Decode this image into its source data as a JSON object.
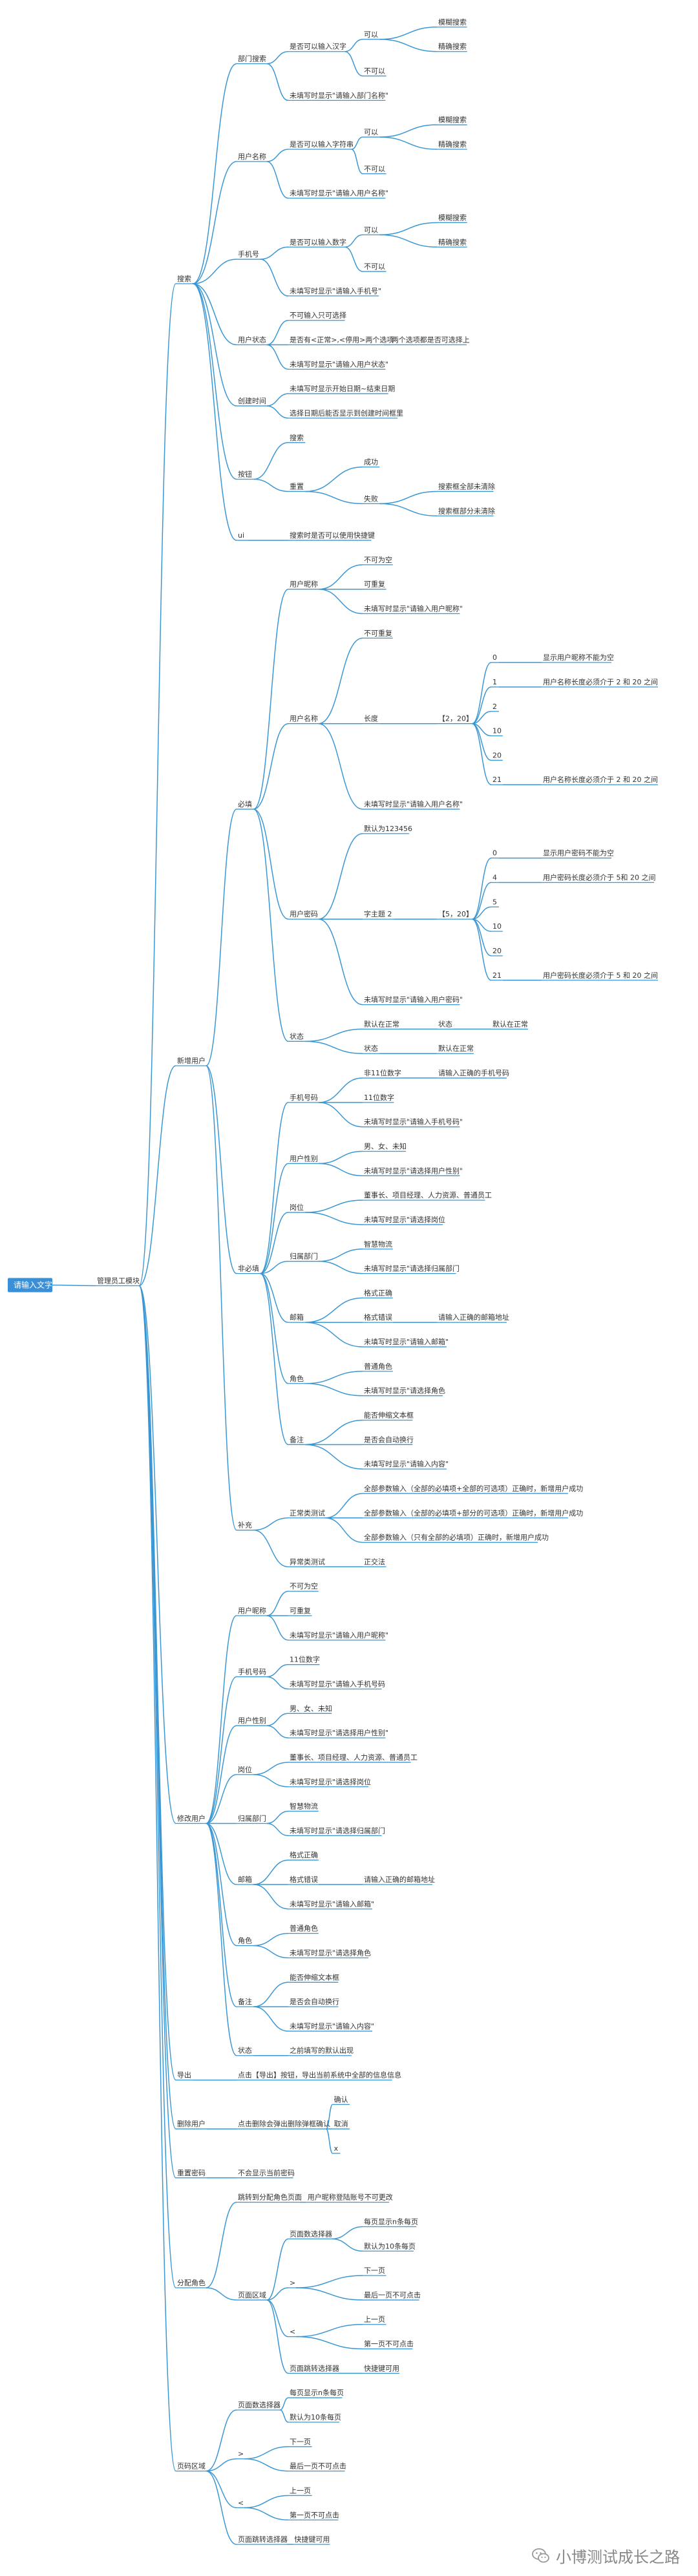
{
  "mindmap": {
    "text": "请输入文字",
    "children": [
      {
        "text": "管理员工模块",
        "children": [
          {
            "text": "搜索",
            "children": [
              {
                "text": "部门搜索",
                "children": [
                  {
                    "text": "是否可以输入汉字",
                    "children": [
                      {
                        "text": "可以",
                        "children": [
                          {
                            "text": "模糊搜索"
                          },
                          {
                            "text": "精确搜索"
                          }
                        ]
                      },
                      {
                        "text": "不可以"
                      }
                    ]
                  },
                  {
                    "text": "未填写时显示\"请输入部门名称\""
                  }
                ]
              },
              {
                "text": "用户名称",
                "children": [
                  {
                    "text": "是否可以输入字符串",
                    "children": [
                      {
                        "text": "可以",
                        "children": [
                          {
                            "text": "模糊搜索"
                          },
                          {
                            "text": "精确搜索"
                          }
                        ]
                      },
                      {
                        "text": "不可以"
                      }
                    ]
                  },
                  {
                    "text": "未填写时显示\"请输入用户名称\""
                  }
                ]
              },
              {
                "text": "手机号",
                "children": [
                  {
                    "text": "是否可以输入数字",
                    "children": [
                      {
                        "text": "可以",
                        "children": [
                          {
                            "text": "模糊搜索"
                          },
                          {
                            "text": "精确搜索"
                          }
                        ]
                      },
                      {
                        "text": "不可以"
                      }
                    ]
                  },
                  {
                    "text": "未填写时显示\"请输入手机号\""
                  }
                ]
              },
              {
                "text": "用户状态",
                "children": [
                  {
                    "text": "不可输入只可选择"
                  },
                  {
                    "text": "是否有<正常>,<停用>两个选项",
                    "children": [
                      {
                        "text": "两个选项都是否可选择上"
                      }
                    ]
                  },
                  {
                    "text": "未填写时显示\"请输入用户状态\""
                  }
                ]
              },
              {
                "text": "创建时间",
                "children": [
                  {
                    "text": "未填写时显示开始日期~结束日期"
                  },
                  {
                    "text": "选择日期后能否显示到创建时间框里"
                  }
                ]
              },
              {
                "text": "按钮",
                "children": [
                  {
                    "text": "搜索"
                  },
                  {
                    "text": "重置",
                    "children": [
                      {
                        "text": "成功"
                      },
                      {
                        "text": "失败",
                        "children": [
                          {
                            "text": "搜索框全部未清除"
                          },
                          {
                            "text": "搜索框部分未清除"
                          }
                        ]
                      }
                    ]
                  }
                ]
              },
              {
                "text": "ui",
                "children": [
                  {
                    "text": "搜索时是否可以使用快捷键"
                  }
                ]
              }
            ]
          },
          {
            "text": "新增用户",
            "children": [
              {
                "text": "必填",
                "children": [
                  {
                    "text": "用户昵称",
                    "children": [
                      {
                        "text": "不可为空"
                      },
                      {
                        "text": "可重复"
                      },
                      {
                        "text": "未填写时显示\"请输入用户昵称\""
                      }
                    ]
                  },
                  {
                    "text": "用户名称",
                    "children": [
                      {
                        "text": "不可重复"
                      },
                      {
                        "text": "长度",
                        "children": [
                          {
                            "text": "【2，20】",
                            "children": [
                              {
                                "text": "0",
                                "children": [
                                  {
                                    "text": "显示用户昵称不能为空"
                                  }
                                ]
                              },
                              {
                                "text": "1",
                                "children": [
                                  {
                                    "text": "用户名称长度必须介于 2 和 20 之间"
                                  }
                                ]
                              },
                              {
                                "text": "2"
                              },
                              {
                                "text": "10"
                              },
                              {
                                "text": "20"
                              },
                              {
                                "text": "21",
                                "children": [
                                  {
                                    "text": "用户名称长度必须介于 2 和 20 之间"
                                  }
                                ]
                              }
                            ]
                          }
                        ]
                      },
                      {
                        "text": "未填写时显示\"请输入用户名称\""
                      }
                    ]
                  },
                  {
                    "text": "用户密码",
                    "children": [
                      {
                        "text": "默认为123456"
                      },
                      {
                        "text": "字主题 2",
                        "children": [
                          {
                            "text": "【5，20】",
                            "children": [
                              {
                                "text": "0",
                                "children": [
                                  {
                                    "text": "显示用户密码不能为空"
                                  }
                                ]
                              },
                              {
                                "text": "4",
                                "children": [
                                  {
                                    "text": "用户密码长度必须介于 5和 20 之间"
                                  }
                                ]
                              },
                              {
                                "text": "5"
                              },
                              {
                                "text": "10"
                              },
                              {
                                "text": "20"
                              },
                              {
                                "text": "21",
                                "children": [
                                  {
                                    "text": "用户密码长度必须介于 5 和 20 之间"
                                  }
                                ]
                              }
                            ]
                          }
                        ]
                      },
                      {
                        "text": "未填写时显示\"请输入用户密码\""
                      }
                    ]
                  },
                  {
                    "text": "状态",
                    "children": [
                      {
                        "text": "默认在正常",
                        "children": [
                          {
                            "text": "状态",
                            "children": [
                              {
                                "text": "默认在正常"
                              }
                            ]
                          }
                        ]
                      },
                      {
                        "text": "状态",
                        "children": [
                          {
                            "text": "默认在正常"
                          }
                        ]
                      }
                    ]
                  }
                ]
              },
              {
                "text": "非必填",
                "children": [
                  {
                    "text": "手机号码",
                    "children": [
                      {
                        "text": "非11位数字",
                        "children": [
                          {
                            "text": "请输入正确的手机号码"
                          }
                        ]
                      },
                      {
                        "text": "11位数字"
                      },
                      {
                        "text": "未填写时显示\"请输入手机号码\""
                      }
                    ]
                  },
                  {
                    "text": "用户性别",
                    "children": [
                      {
                        "text": "男、女、未知"
                      },
                      {
                        "text": "未填写时显示\"请选择用户性别\""
                      }
                    ]
                  },
                  {
                    "text": "岗位",
                    "children": [
                      {
                        "text": "董事长、项目经理、人力资源、普通员工"
                      },
                      {
                        "text": "未填写时显示\"请选择岗位"
                      }
                    ]
                  },
                  {
                    "text": "归属部门",
                    "children": [
                      {
                        "text": "智慧物流"
                      },
                      {
                        "text": "未填写时显示\"请选择归属部门"
                      }
                    ]
                  },
                  {
                    "text": "邮箱",
                    "children": [
                      {
                        "text": "格式正确"
                      },
                      {
                        "text": "格式错误",
                        "children": [
                          {
                            "text": "请输入正确的邮箱地址"
                          }
                        ]
                      },
                      {
                        "text": "未填写时显示\"请输入邮箱\""
                      }
                    ]
                  },
                  {
                    "text": "角色",
                    "children": [
                      {
                        "text": "普通角色"
                      },
                      {
                        "text": "未填写时显示\"请选择角色"
                      }
                    ]
                  },
                  {
                    "text": "备注",
                    "children": [
                      {
                        "text": "能否伸缩文本框"
                      },
                      {
                        "text": "是否会自动换行"
                      },
                      {
                        "text": "未填写时显示\"请输入内容\""
                      }
                    ]
                  }
                ]
              },
              {
                "text": "补充",
                "children": [
                  {
                    "text": "正常类测试",
                    "children": [
                      {
                        "text": "全部参数输入（全部的必填项+全部的可选项）正确时，新增用户成功"
                      },
                      {
                        "text": "全部参数输入（全部的必填项+部分的可选项）正确时，新增用户成功"
                      },
                      {
                        "text": "全部参数输入（只有全部的必填项）正确时，新增用户成功"
                      }
                    ]
                  },
                  {
                    "text": "异常类测试",
                    "children": [
                      {
                        "text": "正交法"
                      }
                    ]
                  }
                ]
              }
            ]
          },
          {
            "text": "修改用户",
            "children": [
              {
                "text": "用户昵称",
                "children": [
                  {
                    "text": "不可为空"
                  },
                  {
                    "text": "可重复"
                  },
                  {
                    "text": "未填写时显示\"请输入用户昵称\""
                  }
                ]
              },
              {
                "text": "手机号码",
                "children": [
                  {
                    "text": "11位数字"
                  },
                  {
                    "text": "未填写时显示\"请输入手机号码"
                  }
                ]
              },
              {
                "text": "用户性别",
                "children": [
                  {
                    "text": "男、女、未知"
                  },
                  {
                    "text": "未填写时显示\"请选择用户性别\""
                  }
                ]
              },
              {
                "text": "岗位",
                "children": [
                  {
                    "text": "董事长、项目经理、人力资源、普通员工"
                  },
                  {
                    "text": "未填写时显示\"请选择岗位"
                  }
                ]
              },
              {
                "text": "归属部门",
                "children": [
                  {
                    "text": "智慧物流"
                  },
                  {
                    "text": "未填写时显示\"请选择归属部门"
                  }
                ]
              },
              {
                "text": "邮箱",
                "children": [
                  {
                    "text": "格式正确"
                  },
                  {
                    "text": "格式错误",
                    "children": [
                      {
                        "text": "请输入正确的邮箱地址"
                      }
                    ]
                  },
                  {
                    "text": "未填写时显示\"请输入邮箱\""
                  }
                ]
              },
              {
                "text": "角色",
                "children": [
                  {
                    "text": "普通角色"
                  },
                  {
                    "text": "未填写时显示\"请选择角色"
                  }
                ]
              },
              {
                "text": "备注",
                "children": [
                  {
                    "text": "能否伸缩文本框"
                  },
                  {
                    "text": "是否会自动换行"
                  },
                  {
                    "text": "未填写时显示\"请输入内容\""
                  }
                ]
              },
              {
                "text": "状态",
                "children": [
                  {
                    "text": "之前填写的默认出现"
                  }
                ]
              }
            ]
          },
          {
            "text": "导出",
            "children": [
              {
                "text": "点击【导出】按钮，导出当前系统中全部的信息信息"
              }
            ]
          },
          {
            "text": "删除用户",
            "children": [
              {
                "text": "点击删除会弹出删除弹框确认",
                "children": [
                  {
                    "text": "确认"
                  },
                  {
                    "text": "取消"
                  },
                  {
                    "text": "x"
                  }
                ]
              }
            ]
          },
          {
            "text": "重置密码",
            "children": [
              {
                "text": "不会显示当前密码"
              }
            ]
          },
          {
            "text": "分配角色",
            "children": [
              {
                "text": "跳转到分配角色页面",
                "children": [
                  {
                    "text": "用户昵称登陆账号不可更改"
                  }
                ]
              },
              {
                "text": "页面区域",
                "children": [
                  {
                    "text": "页面数选择器",
                    "children": [
                      {
                        "text": "每页显示n条每页"
                      },
                      {
                        "text": "默认为10条每页"
                      }
                    ]
                  },
                  {
                    "text": ">",
                    "children": [
                      {
                        "text": "下一页"
                      },
                      {
                        "text": "最后一页不可点击"
                      }
                    ]
                  },
                  {
                    "text": "<",
                    "children": [
                      {
                        "text": "上一页"
                      },
                      {
                        "text": "第一页不可点击"
                      }
                    ]
                  },
                  {
                    "text": "页面跳转选择器",
                    "children": [
                      {
                        "text": "快捷键可用"
                      }
                    ]
                  }
                ]
              }
            ]
          },
          {
            "text": "页码区域",
            "children": [
              {
                "text": "页面数选择器",
                "children": [
                  {
                    "text": "每页显示n条每页"
                  },
                  {
                    "text": "默认为10条每页"
                  }
                ]
              },
              {
                "text": ">",
                "children": [
                  {
                    "text": "下一页"
                  },
                  {
                    "text": "最后一页不可点击"
                  }
                ]
              },
              {
                "text": "<",
                "children": [
                  {
                    "text": "上一页"
                  },
                  {
                    "text": "第一页不可点击"
                  }
                ]
              },
              {
                "text": "页面跳转选择器",
                "children": [
                  {
                    "text": "快捷键可用"
                  }
                ]
              }
            ]
          }
        ]
      }
    ]
  },
  "watermark": {
    "text": "小博测试成长之路",
    "icon": "wechat-icon"
  },
  "colors": {
    "line": "#3b97d3",
    "root": "#3b8fd6",
    "text": "#333333",
    "background": "#ffffff"
  }
}
